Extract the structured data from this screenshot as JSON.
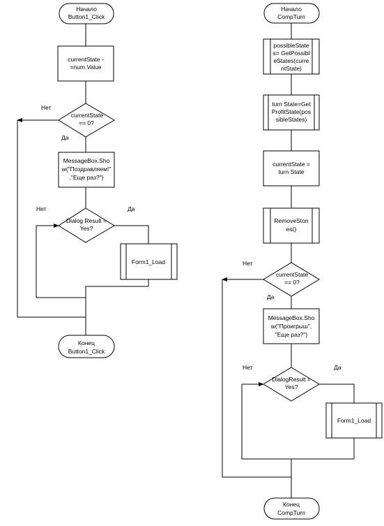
{
  "left_flowchart": {
    "start": [
      "Начало",
      "Button1_Click"
    ],
    "assign": [
      "currentState -",
      "=num.Value"
    ],
    "decision1": [
      "currentState",
      "== 0?"
    ],
    "decision1_no": "Нет",
    "decision1_yes": "Да",
    "messagebox": [
      "MessageBox.Sho",
      "w(\"Поздравляем!\"",
      ",\"Еще раз?\")"
    ],
    "decision2": [
      "Dialog Result =",
      "Yes?"
    ],
    "decision2_no": "Нет",
    "decision2_yes": "Да",
    "form_load": "Form1_Load",
    "end": [
      "Конец",
      "Button1_Click"
    ]
  },
  "right_flowchart": {
    "start": [
      "Начало",
      "CompTurn"
    ],
    "get_states": [
      "possibleState",
      "s= GetPossibl",
      "eStates(curre",
      "ntState)"
    ],
    "get_profit": [
      "turn State=Get",
      "ProfitState(pos",
      "sibleStates)"
    ],
    "assign": [
      "currentState =",
      "turn State"
    ],
    "remove": [
      "RemoveSton",
      "es()"
    ],
    "decision1": [
      "currentState",
      "== 0?"
    ],
    "decision1_no": "Нет",
    "decision1_yes": "Да",
    "messagebox": [
      "MessageBox.Sho",
      "w(\"Проигрыш\",",
      "\"Еще раз?\")"
    ],
    "decision2": [
      "DialogResult =",
      "Yes?"
    ],
    "decision2_no": "Нет",
    "decision2_yes": "Да",
    "form_load": "Form1_Load",
    "end": [
      "Конец",
      "CompTurn"
    ]
  }
}
